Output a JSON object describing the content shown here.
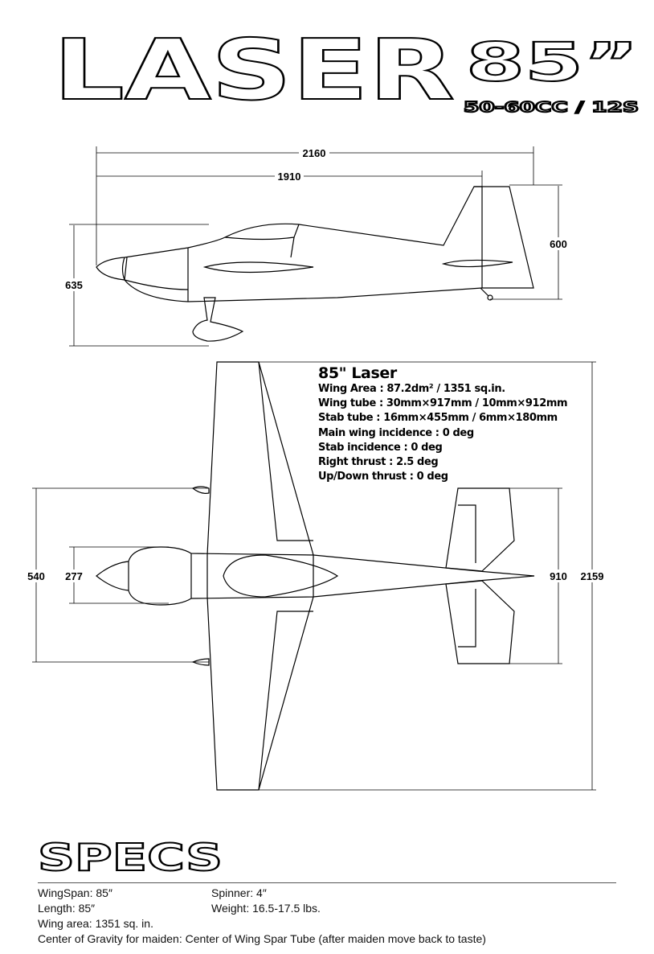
{
  "header": {
    "title": "LASER",
    "size": "85”",
    "engine": "50-60CC / 12S"
  },
  "side_view": {
    "dims": {
      "overall_length": "2160",
      "length_to_rudder": "1910",
      "height": "635",
      "tail_height": "600"
    }
  },
  "top_view": {
    "dims": {
      "stab_span_inner": "540",
      "cowl_width": "277",
      "stab_span": "910",
      "wingspan": "2159"
    }
  },
  "spec_box": {
    "title": "85\" Laser",
    "rows": [
      "Wing Area : 87.2dm² / 1351 sq.in.",
      "Wing tube :  30mm×917mm / 10mm×912mm",
      "Stab tube :  16mm×455mm / 6mm×180mm",
      "Main wing incidence :  0 deg",
      "Stab incidence :  0 deg",
      "Right thrust :  2.5 deg",
      "Up/Down thrust :  0 deg"
    ]
  },
  "specs": {
    "heading": "SPECS",
    "wingspan": "WingSpan: 85″",
    "spinner": "Spinner: 4″",
    "length": "Length: 85″",
    "weight": "Weight:  16.5-17.5 lbs.",
    "wing_area": "Wing area: 1351 sq. in.",
    "cg": "Center of Gravity for maiden:  Center of Wing Spar Tube (after maiden move back to taste)"
  }
}
